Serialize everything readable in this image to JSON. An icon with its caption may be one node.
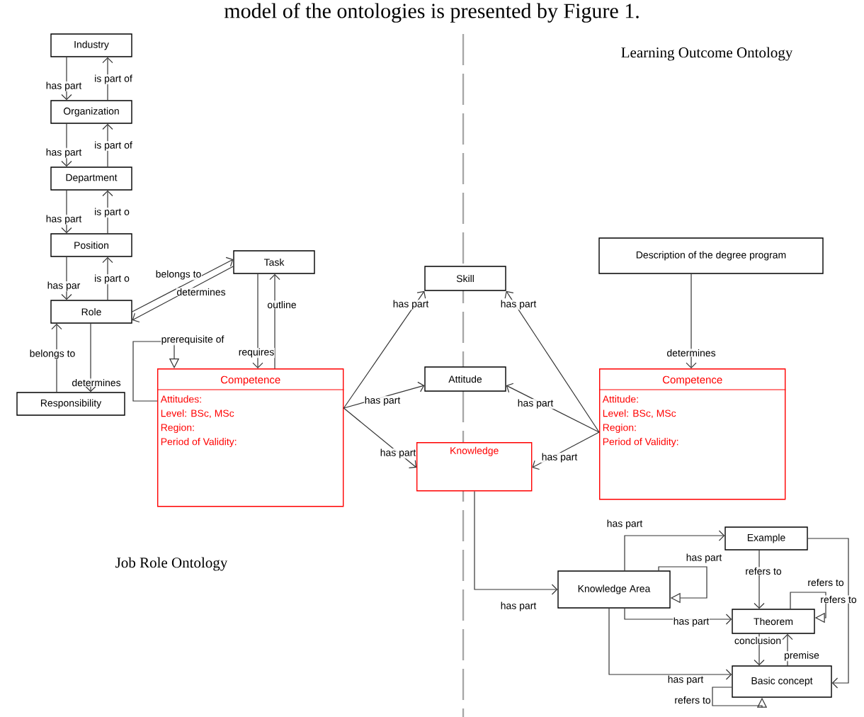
{
  "diagram": {
    "nodes": [
      {
        "text": [
          "Industry"
        ]
      },
      {
        "text": [
          "Organization"
        ]
      },
      {
        "text": [
          "Department"
        ]
      },
      {
        "text": [
          "Position"
        ]
      },
      {
        "text": [
          "Role"
        ]
      },
      {
        "text": [
          "Task"
        ]
      },
      {
        "text": [
          "Responsibility"
        ]
      },
      {
        "text": [
          "Competence",
          "Attitudes:",
          "Level: BSc, MSc",
          "Region:",
          "Period of Validity:"
        ]
      },
      {
        "text": [
          "Skill"
        ]
      },
      {
        "text": [
          "Attitude"
        ]
      },
      {
        "text": [
          "Knowledge"
        ]
      },
      {
        "text": [
          "Description of the degree program"
        ]
      },
      {
        "text": [
          "Competence",
          "Attitude:",
          "Level: BSc, MSc",
          "Region:",
          "Period of Validity:"
        ]
      },
      {
        "text": [
          "Knowledge Area"
        ]
      },
      {
        "text": [
          "Example"
        ]
      },
      {
        "text": [
          "Theorem"
        ]
      },
      {
        "text": [
          "Basic concept"
        ]
      }
    ],
    "edges": [
      {
        "from": 0,
        "to": 1,
        "arrow": "to",
        "label": "has part"
      },
      {
        "from": 1,
        "to": 0,
        "arrow": "to",
        "label": "is part of"
      },
      {
        "from": 1,
        "to": 2,
        "arrow": "to",
        "label": "has part"
      },
      {
        "from": 2,
        "to": 1,
        "arrow": "to",
        "label": "is part of"
      },
      {
        "from": 2,
        "to": 3,
        "arrow": "to",
        "label": "has part"
      },
      {
        "from": 3,
        "to": 2,
        "arrow": "to",
        "label": "is part o"
      },
      {
        "from": 3,
        "to": 4,
        "arrow": "to",
        "label": "has par"
      },
      {
        "from": 4,
        "to": 3,
        "arrow": "to",
        "label": "is part o"
      },
      {
        "from": 4,
        "to": 5,
        "arrow": "to",
        "label": "belongs to"
      },
      {
        "from": 5,
        "to": 4,
        "arrow": "to",
        "label": "determines"
      },
      {
        "from": 6,
        "to": 4,
        "arrow": "to",
        "label": "belongs to"
      },
      {
        "from": 4,
        "to": 6,
        "arrow": "to",
        "label": "determines"
      },
      {
        "from": 7,
        "to": 7,
        "arrow": "to",
        "label": "prerequisite of"
      },
      {
        "from": 5,
        "to": 7,
        "arrow": "to",
        "label": "requires"
      },
      {
        "from": 7,
        "to": 5,
        "arrow": "to",
        "label": "outline"
      },
      {
        "from": 7,
        "to": 8,
        "arrow": "to",
        "label": "has part"
      },
      {
        "from": 7,
        "to": 9,
        "arrow": "to",
        "label": "has part"
      },
      {
        "from": 7,
        "to": 10,
        "arrow": "to",
        "label": "has part"
      },
      {
        "from": 12,
        "to": 8,
        "arrow": "to",
        "label": "has part"
      },
      {
        "from": 12,
        "to": 9,
        "arrow": "to",
        "label": "has part"
      },
      {
        "from": 12,
        "to": 10,
        "arrow": "to",
        "label": "has part"
      },
      {
        "from": 11,
        "to": 12,
        "arrow": "to",
        "label": "determines"
      },
      {
        "from": 10,
        "to": 13,
        "arrow": "to",
        "label": "has part"
      },
      {
        "from": 13,
        "to": 14,
        "arrow": "to",
        "label": "has part"
      },
      {
        "from": 13,
        "to": 13,
        "arrow": "to",
        "label": "has part"
      },
      {
        "from": 13,
        "to": 15,
        "arrow": "to",
        "label": "has part"
      },
      {
        "from": 13,
        "to": 16,
        "arrow": "to",
        "label": "has part"
      },
      {
        "from": 14,
        "to": 15,
        "arrow": "to",
        "label": "refers to"
      },
      {
        "from": 14,
        "to": 16,
        "arrow": "to",
        "label": "refers to"
      },
      {
        "from": 15,
        "to": 15,
        "arrow": "to",
        "label": "refers to"
      },
      {
        "from": 15,
        "to": 16,
        "arrow": "to",
        "label": "conclusion"
      },
      {
        "from": 16,
        "to": 15,
        "arrow": "to",
        "label": "premise"
      },
      {
        "from": 16,
        "to": 16,
        "arrow": "to",
        "label": "refers to"
      }
    ],
    "labels": [
      "model of the ontologies is presented by Figure 1.",
      "Learning Outcome Ontology",
      "Job Role Ontology"
    ]
  }
}
